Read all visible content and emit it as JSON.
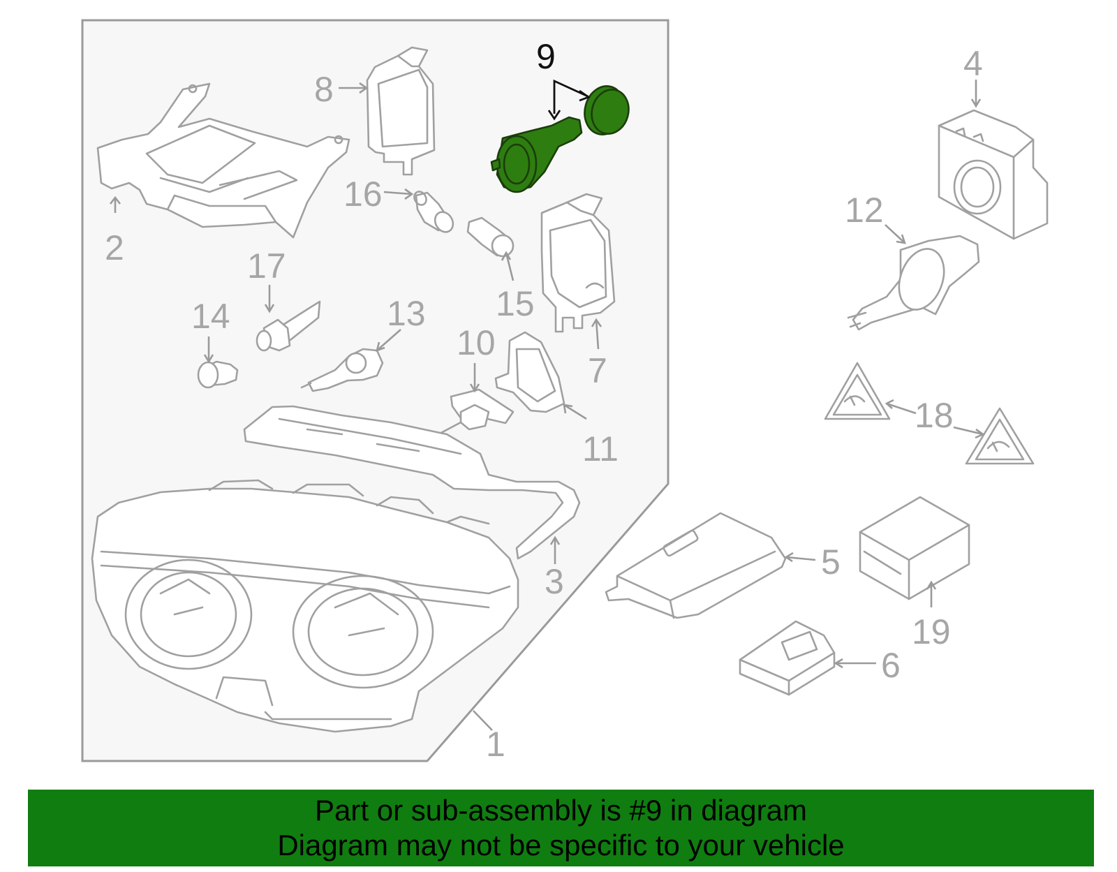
{
  "diagram": {
    "highlight_color": "#2e7d10",
    "part_line_color": "#a0a0a0",
    "frame_background": "#f7f7f7",
    "highlighted_callout": "9",
    "callouts": [
      "1",
      "2",
      "3",
      "4",
      "5",
      "6",
      "7",
      "8",
      "9",
      "10",
      "11",
      "12",
      "13",
      "14",
      "15",
      "16",
      "17",
      "18",
      "19"
    ]
  },
  "banner": {
    "background": "#107d10",
    "line1": "Part or sub-assembly is #9 in diagram",
    "line2": "Diagram may not be specific to your vehicle"
  }
}
